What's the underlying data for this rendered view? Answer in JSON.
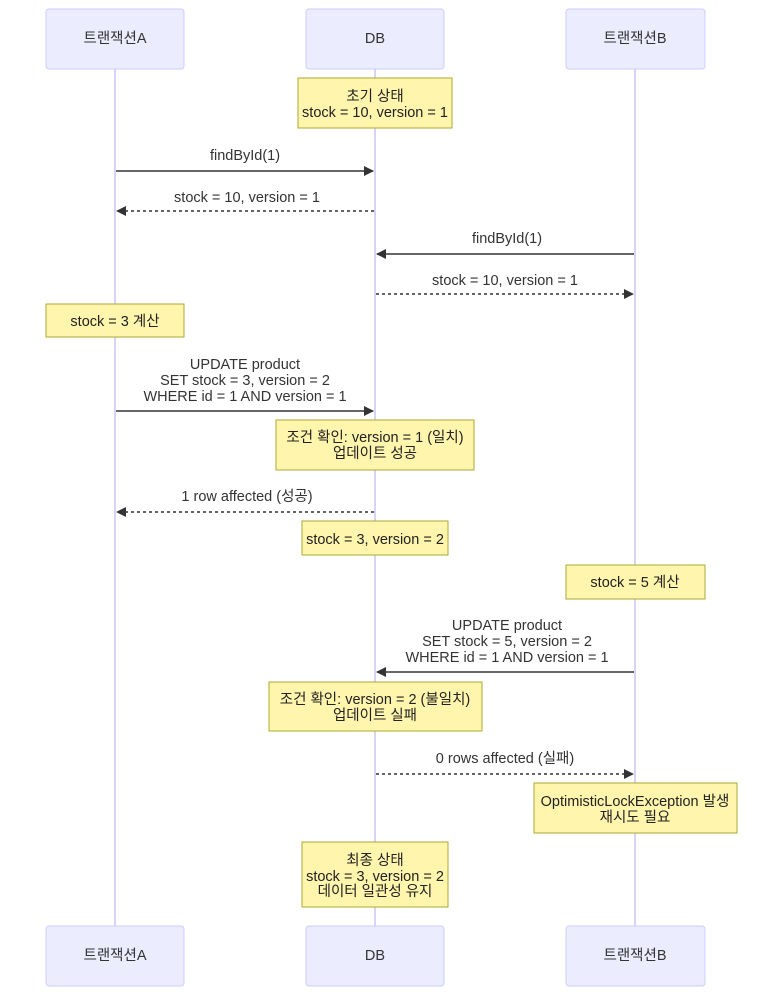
{
  "participants": {
    "a": "트랜잭션A",
    "db": "DB",
    "b": "트랜잭션B"
  },
  "messages": [
    {
      "lines": [
        "findById(1)"
      ]
    },
    {
      "lines": [
        "stock = 10, version = 1"
      ]
    },
    {
      "lines": [
        "findById(1)"
      ]
    },
    {
      "lines": [
        "stock = 10, version = 1"
      ]
    },
    {
      "lines": [
        "UPDATE product",
        "SET stock = 3, version = 2",
        "WHERE id = 1 AND version = 1"
      ]
    },
    {
      "lines": [
        "1 row affected (성공)"
      ]
    },
    {
      "lines": [
        "UPDATE product",
        "SET stock = 5, version = 2",
        "WHERE id = 1 AND version = 1"
      ]
    },
    {
      "lines": [
        "0 rows affected (실패)"
      ]
    }
  ],
  "notes": [
    {
      "lines": [
        "초기 상태",
        "stock = 10, version = 1"
      ]
    },
    {
      "lines": [
        "stock = 3 계산"
      ]
    },
    {
      "lines": [
        "조건 확인: version = 1 (일치)",
        "업데이트 성공"
      ]
    },
    {
      "lines": [
        "stock = 3, version = 2"
      ]
    },
    {
      "lines": [
        "stock = 5 계산"
      ]
    },
    {
      "lines": [
        "조건 확인: version = 2 (불일치)",
        "업데이트 실패"
      ]
    },
    {
      "lines": [
        "OptimisticLockException 발생",
        "재시도 필요"
      ]
    },
    {
      "lines": [
        "최종 상태",
        "stock = 3, version = 2",
        "데이터 일관성 유지"
      ]
    }
  ]
}
